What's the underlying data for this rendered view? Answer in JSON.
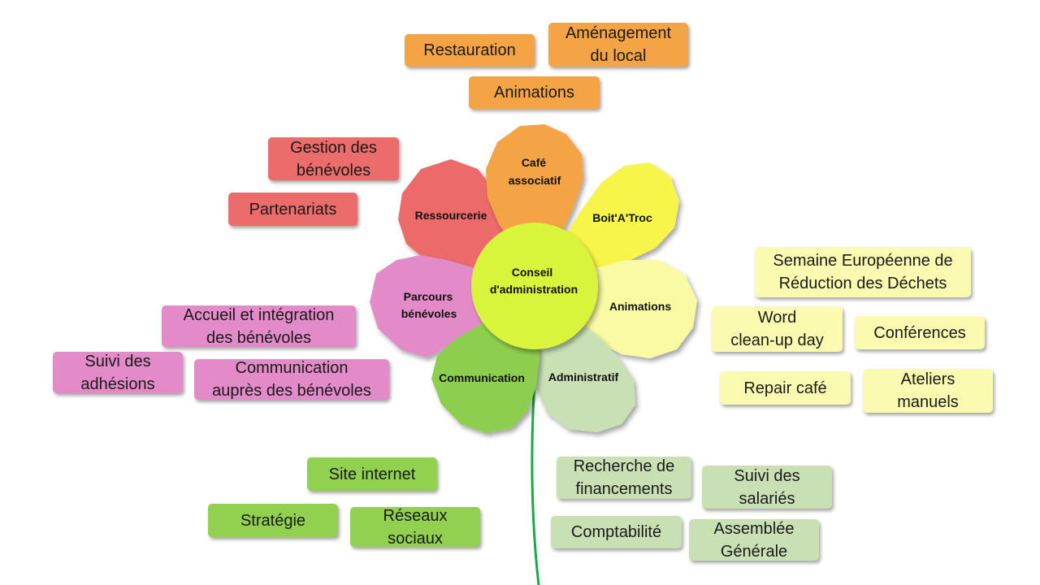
{
  "center": {
    "label": "Conseil d'administration",
    "color": "#d9f53a"
  },
  "petals": [
    {
      "id": "cafe",
      "label": "Café associatif",
      "color": "#f5a445"
    },
    {
      "id": "boit",
      "label": "Boit'A'Troc",
      "color": "#f7f54a"
    },
    {
      "id": "animations",
      "label": "Animations",
      "color": "#fafaa5"
    },
    {
      "id": "administratif",
      "label": "Administratif",
      "color": "#c9e0b5"
    },
    {
      "id": "communication",
      "label": "Communication",
      "color": "#8ece50"
    },
    {
      "id": "parcours",
      "label": "Parcours bénévoles",
      "color": "#e38bc8"
    },
    {
      "id": "ressourcerie",
      "label": "Ressourcerie",
      "color": "#ec6b6b"
    }
  ],
  "stem_color": "#1aa84a",
  "tags": {
    "cafe": {
      "color": "#f5a445",
      "items": [
        "Restauration",
        "Aménagement\ndu local",
        "Animations"
      ]
    },
    "ressourcerie": {
      "color": "#ec6b6b",
      "items": [
        "Gestion des\nbénévoles",
        "Partenariats"
      ]
    },
    "parcours": {
      "color": "#e38bc8",
      "items": [
        "Accueil et intégration\ndes bénévoles",
        "Suivi des\nadhésions",
        "Communication\nauprès des bénévoles"
      ]
    },
    "animations": {
      "color": "#fafab0",
      "items": [
        "Semaine Européenne de\nRéduction des Déchets",
        "Word\nclean-up day",
        "Conférences",
        "Repair café",
        "Ateliers\nmanuels"
      ]
    },
    "communication": {
      "color": "#92d050",
      "items": [
        "Site internet",
        "Stratégie",
        "Réseaux\nsociaux"
      ]
    },
    "administratif": {
      "color": "#c9e0b5",
      "items": [
        "Recherche de\nfinancements",
        "Suivi des\nsalariés",
        "Comptabilité",
        "Assemblée\nGénérale"
      ]
    }
  }
}
